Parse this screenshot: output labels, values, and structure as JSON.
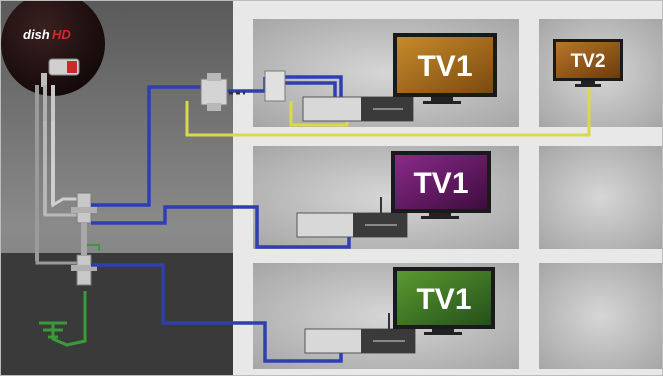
{
  "logo": {
    "brand": "dish",
    "suffix": "HD"
  },
  "tv_labels": {
    "top_left": "TV1",
    "top_right": "TV2",
    "middle": "TV1",
    "bottom": "TV1"
  },
  "colors": {
    "coax_blue": "#2e3fb0",
    "cable_yellow": "#d9d94a",
    "ground_green": "#3a9a3a",
    "tv1_top_screen": "#b87a1f",
    "tv2_screen": "#a8661a",
    "tv1_middle_screen": "#6b1f6b",
    "tv1_bottom_screen": "#3f7a22"
  }
}
